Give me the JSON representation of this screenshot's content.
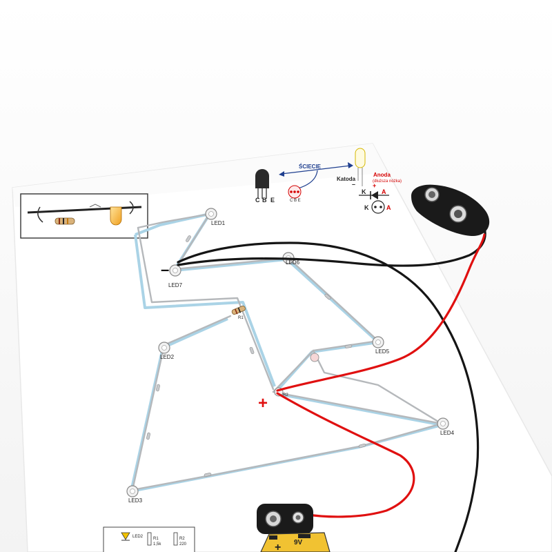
{
  "board": {
    "leds": [
      {
        "id": "led1",
        "label": "LED1"
      },
      {
        "id": "led2",
        "label": "LED2"
      },
      {
        "id": "led3",
        "label": "LED3"
      },
      {
        "id": "led4",
        "label": "LED4"
      },
      {
        "id": "led5",
        "label": "LED5"
      },
      {
        "id": "led6",
        "label": "LED6"
      },
      {
        "id": "led7",
        "label": "LED7"
      }
    ],
    "resistors": [
      {
        "id": "r1",
        "label": "R1"
      },
      {
        "id": "r2",
        "label": "R2"
      }
    ],
    "polarity": {
      "minus": "–",
      "plus": "+"
    }
  },
  "diagram": {
    "cut_label": "ŚCIECIE",
    "transistor_pins": [
      "C",
      "B",
      "E"
    ],
    "transistor_mini_pins": "C B E",
    "cathode_label": "Katoda",
    "anode_label": "Anoda",
    "anode_note": "(dłuższa nóżka)",
    "led_minus": "–",
    "led_plus": "+",
    "k_label": "K",
    "a_label": "A",
    "k_label2": "K",
    "a_label2": "A"
  },
  "schematic": {
    "led_label": "LED2",
    "r1_label": "R1",
    "r1_value": "1,5k",
    "r2_label": "R2",
    "r2_value": "220"
  },
  "battery": {
    "plus": "+",
    "voltage": "9V"
  },
  "colors": {
    "board": "#ffffff",
    "trace": "#aad3e6",
    "wire_silver": "#b5b8bb",
    "wire_red": "#e01010",
    "wire_black": "#151515",
    "clip": "#1a1a1a",
    "battery": "#f1c232"
  }
}
